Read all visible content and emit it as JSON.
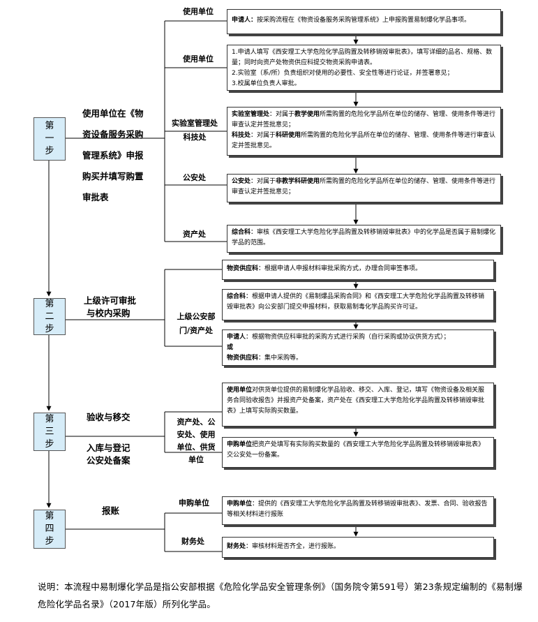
{
  "steps": [
    {
      "label": "第一步",
      "phase_lines": [
        "使用单位在《物",
        "资设备服务采购",
        "管理系统》申报",
        "购买并填写购置",
        "审批表"
      ]
    },
    {
      "label": "第二步",
      "phase_lines": [
        "上级许可审批",
        "与校内采购"
      ]
    },
    {
      "label": "第三步",
      "phase_a": "验收与移交",
      "phase_b_lines": [
        "入库与登记",
        "公安处备案"
      ]
    },
    {
      "label": "第四步",
      "phase_lines": [
        "报账"
      ]
    }
  ],
  "roles": {
    "r1": "使用单位",
    "r2": "使用单位",
    "r3_lines": [
      "实验室管理处",
      "科技处"
    ],
    "r4": "公安处",
    "r5": "资产处",
    "r6_lines": [
      "上级公安部",
      "门/资产处"
    ],
    "r7_lines": [
      "资产处、公",
      "安处、使用",
      "单位、供货",
      "单位"
    ],
    "r8": "申购单位",
    "r9": "财务处"
  },
  "boxes": {
    "b1": {
      "lead": "申请人：",
      "text": "按采购流程在《物资设备服务采购管理系统》上申报购置易制爆化学品事项。"
    },
    "b2": {
      "p1": "1.申请人填写《西安理工大学危险化学品购置及转移销毁审批表》，填写详细的品名、规格、数量；同时向资产处物资供应科提交物资采购申请表。",
      "p2": "2.实验室（系/所）负责组织对使用的必要性、安全性等进行论证，并签署意见；",
      "p3": "3.校属单位负责人审批。"
    },
    "b3": {
      "lead1": "实验室管理处",
      "mid1": "：对属于",
      "key1": "教学使用",
      "text1": "所需购置的危险化学品所在单位的储存、管理、使用条件等进行审查认定并签批意见；",
      "lead2": "科技处",
      "mid2": "：对属于",
      "key2": "科研使用",
      "text2": "所需购置的危险化学品所在单位的储存、管理、使用条件等进行审查认定并签批意见。"
    },
    "b4": {
      "lead": "公安处",
      "mid": "：对属于",
      "key": "非教学科研使用",
      "text": "所需购置的危险化学品所在单位的储存、管理、使用条件等进行审查认定并签批意见；"
    },
    "b5": {
      "lead": "综合科",
      "text": "：审核《西安理工大学危险化学品购置及转移销毁审批表》中的化学品是否属于易制爆化学品的范围。"
    },
    "b6": {
      "lead": "物资供应科",
      "text": "：根据申请人申报材料审批采购方式，办理合同审签事项。"
    },
    "b7": {
      "lead": "综合科",
      "text": "：根据申请人提供的《易制爆品采购合同》和《西安理工大学危险化学品购置及转移销毁审批表》向公安部门提交申报材料，获取易制毒化学品购买许可证。"
    },
    "b8": {
      "lead": "申请人",
      "text": "：根据物资供应科审批的采购方式进行采购（自行采购或协议供货方式）；",
      "or": "或",
      "lead2": "物资供应科",
      "text2": "：集中采购等。"
    },
    "b9": {
      "lead": "使用单位",
      "text": "对供货单位提供的易制爆化学品验收、移交、入库、登记，填写《物资设备及相关服务合同验收报告》并报资产处备案，资产处在《西安理工大学危险化学品购置及转移销毁审批表》上填写实际购买数量。"
    },
    "b10": {
      "lead": "申购单位",
      "text": "把资产处填写有实际购买数量的《西安理工大学危险化学品购置及转移销毁审批表》交公安处一份备案。"
    },
    "b11": {
      "lead": "申购单位",
      "text": "：提供的《西安理工大学危险化学品购置及转移销毁审批表》、发票、合同、验收报告等相关材料进行报账"
    },
    "b12": {
      "lead": "财务处",
      "text": "：审核材料是否齐全，进行报账。"
    }
  },
  "note": "说明：本流程中易制爆化学品是指公安部根据《危险化学品安全管理条例》（国务院令第591号）第23条规定编制的《易制爆危险化学品名录》（2017年版）所列化学品。"
}
